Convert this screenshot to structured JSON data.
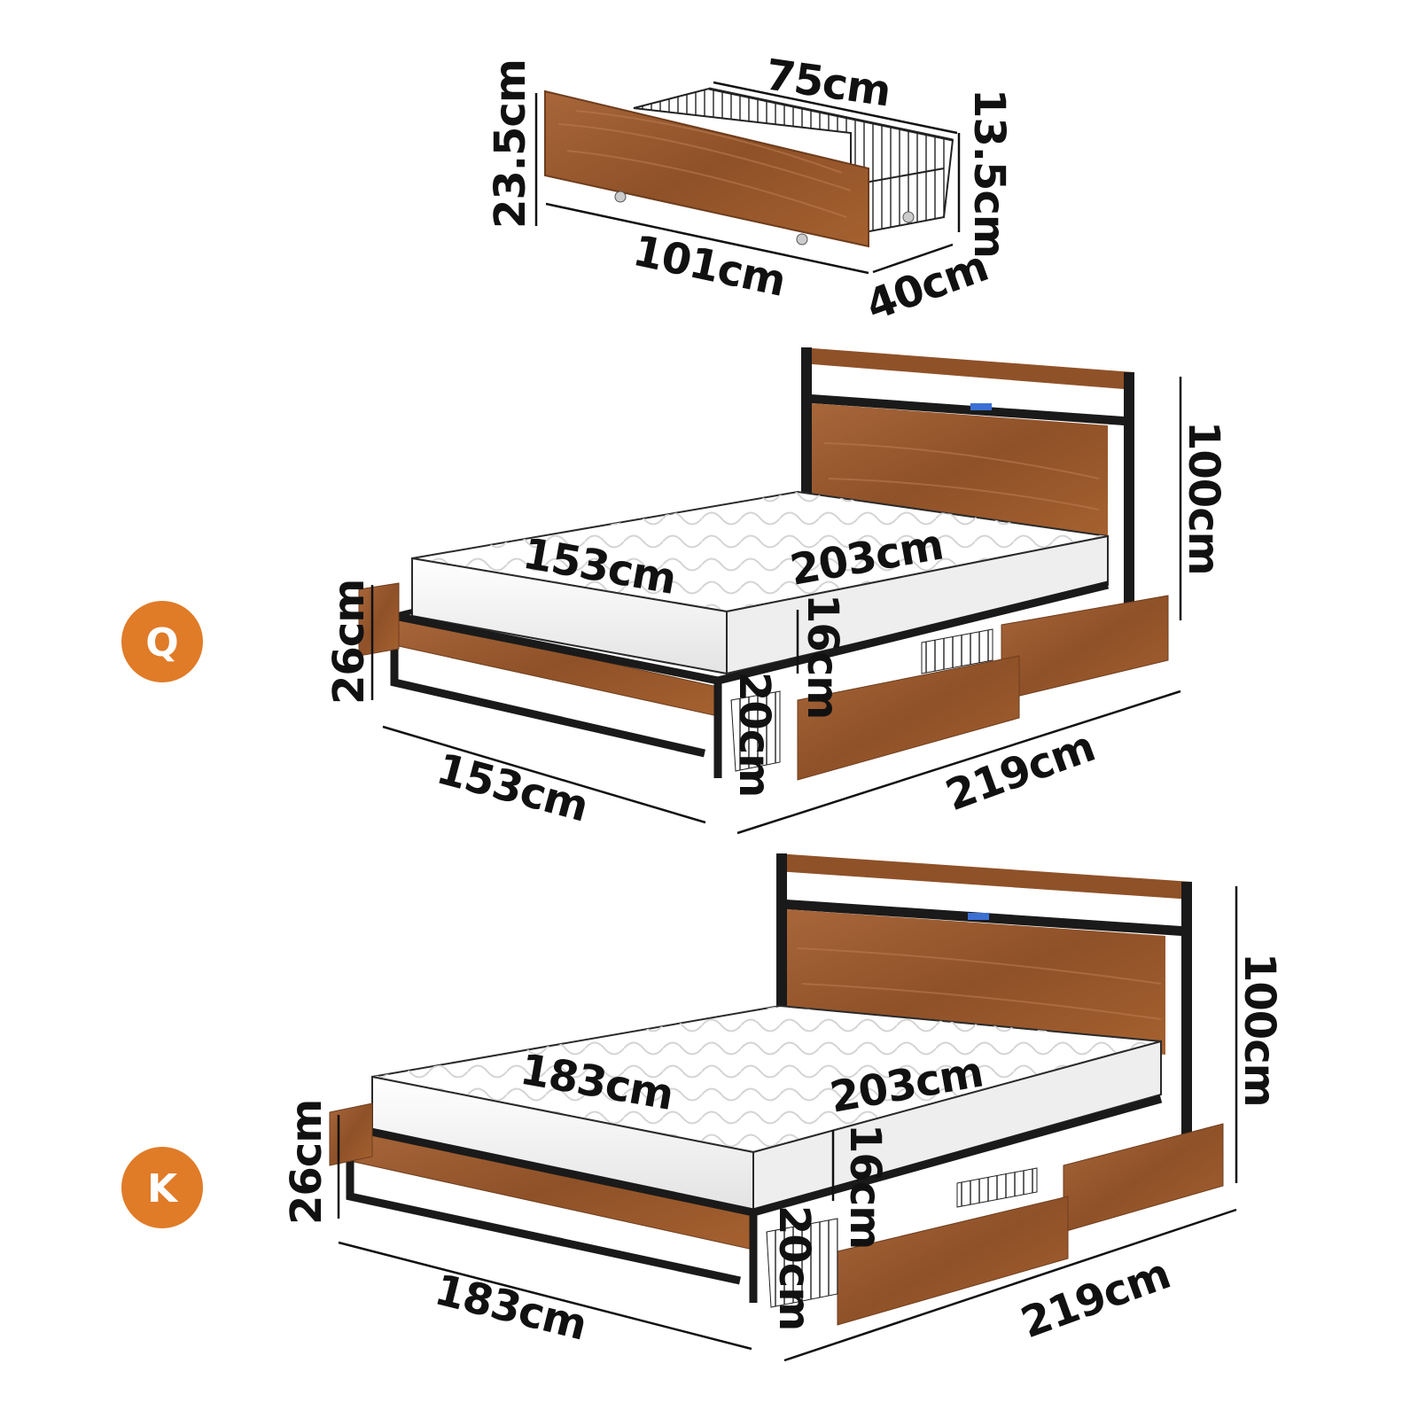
{
  "drawer": {
    "length": "101cm",
    "depth": "40cm",
    "height": "23.5cm",
    "basket_height": "13.5cm",
    "basket_length": "75cm"
  },
  "queen": {
    "badge": "Q",
    "mattress_width": "153cm",
    "mattress_length": "203cm",
    "frame_width": "153cm",
    "frame_length": "219cm",
    "headboard_height": "100cm",
    "side_height": "26cm",
    "clearance": "16cm",
    "drawer_clearance": "20cm"
  },
  "king": {
    "badge": "K",
    "mattress_width": "183cm",
    "mattress_length": "203cm",
    "frame_width": "183cm",
    "frame_length": "219cm",
    "headboard_height": "100cm",
    "side_height": "26cm",
    "clearance": "16cm",
    "drawer_clearance": "20cm"
  },
  "colors": {
    "badge": "#e07b28",
    "wood": "#9c5a2c",
    "wood_dark": "#7a4420",
    "steel": "#1a1a1a",
    "mattress": "#f2f2f2"
  }
}
